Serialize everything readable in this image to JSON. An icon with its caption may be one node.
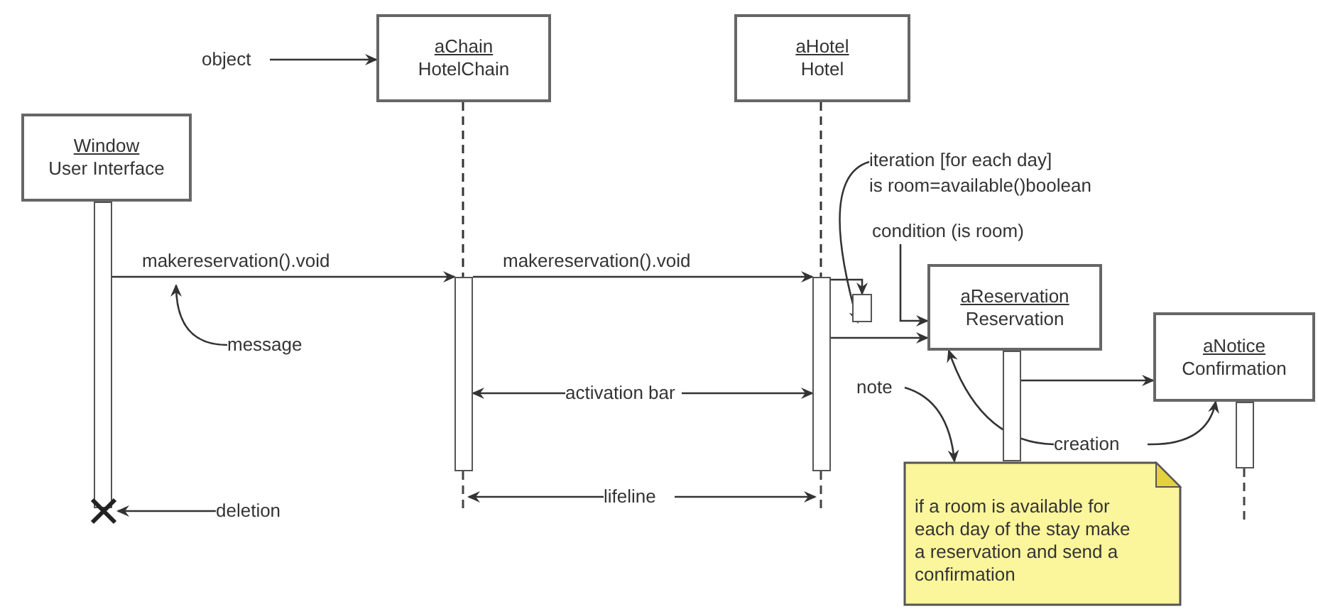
{
  "diagram": {
    "nodes": [
      {
        "text": [
          "Window",
          "User Interface"
        ]
      },
      {
        "text": [
          "aChain",
          "HotelChain"
        ]
      },
      {
        "text": [
          "aHotel",
          "Hotel"
        ]
      },
      {
        "text": [
          "aReservation",
          "Reservation"
        ]
      },
      {
        "text": [
          "aNotice",
          "Confirmation"
        ]
      },
      {
        "text": [
          "if a room is available for each day of the stay make a reservation and send a confirmation"
        ]
      },
      {
        "text": [],
        "shape": "bar"
      },
      {
        "text": [],
        "shape": "bar"
      },
      {
        "text": [],
        "shape": "bar"
      },
      {
        "text": [],
        "shape": "bar"
      },
      {
        "text": [],
        "shape": "bar"
      },
      {
        "text": [],
        "shape": "box"
      },
      {
        "text": [],
        "shape": "cross"
      },
      {
        "text": [
          "object"
        ]
      },
      {
        "text": [
          "message"
        ]
      },
      {
        "text": [
          "deletion"
        ]
      },
      {
        "text": [
          "activation bar"
        ]
      },
      {
        "text": [
          "lifeline"
        ]
      },
      {
        "text": [
          "iteration [for each day]",
          "is room=available()boolean"
        ]
      },
      {
        "text": [
          "condition (is room)"
        ]
      },
      {
        "text": [
          "note"
        ]
      },
      {
        "text": [
          "creation"
        ]
      },
      {
        "text": [],
        "shape": "line"
      },
      {
        "text": [],
        "shape": "line"
      },
      {
        "text": [],
        "shape": "line"
      }
    ],
    "edges": [
      {
        "from": 6,
        "to": 7,
        "arrow": "to",
        "label": "makereservation().void"
      },
      {
        "from": 7,
        "to": 8,
        "arrow": "to",
        "label": "makereservation().void"
      },
      {
        "from": 8,
        "to": 11,
        "arrow": "to"
      },
      {
        "from": 8,
        "to": 3,
        "arrow": "to"
      },
      {
        "from": 9,
        "to": 4,
        "arrow": "to"
      },
      {
        "from": 13,
        "to": 1,
        "arrow": "to"
      },
      {
        "from": 14,
        "to": null,
        "arrow": "to"
      },
      {
        "from": 15,
        "to": 12,
        "arrow": "to"
      },
      {
        "from": 16,
        "to": 7,
        "arrow": "to"
      },
      {
        "from": 16,
        "to": 8,
        "arrow": "to"
      },
      {
        "from": 17,
        "to": 22,
        "arrow": "to"
      },
      {
        "from": 17,
        "to": 23,
        "arrow": "to"
      },
      {
        "from": 18,
        "to": 11,
        "arrow": "to"
      },
      {
        "from": 19,
        "to": 3,
        "arrow": "to"
      },
      {
        "from": 20,
        "to": 5,
        "arrow": "to"
      },
      {
        "from": 21,
        "to": 3,
        "arrow": "to"
      },
      {
        "from": 21,
        "to": 4,
        "arrow": "to"
      },
      {
        "from": 1,
        "to": 7,
        "arrow": "none",
        "style": "dashed"
      },
      {
        "from": 2,
        "to": 8,
        "arrow": "none",
        "style": "dashed"
      }
    ]
  }
}
